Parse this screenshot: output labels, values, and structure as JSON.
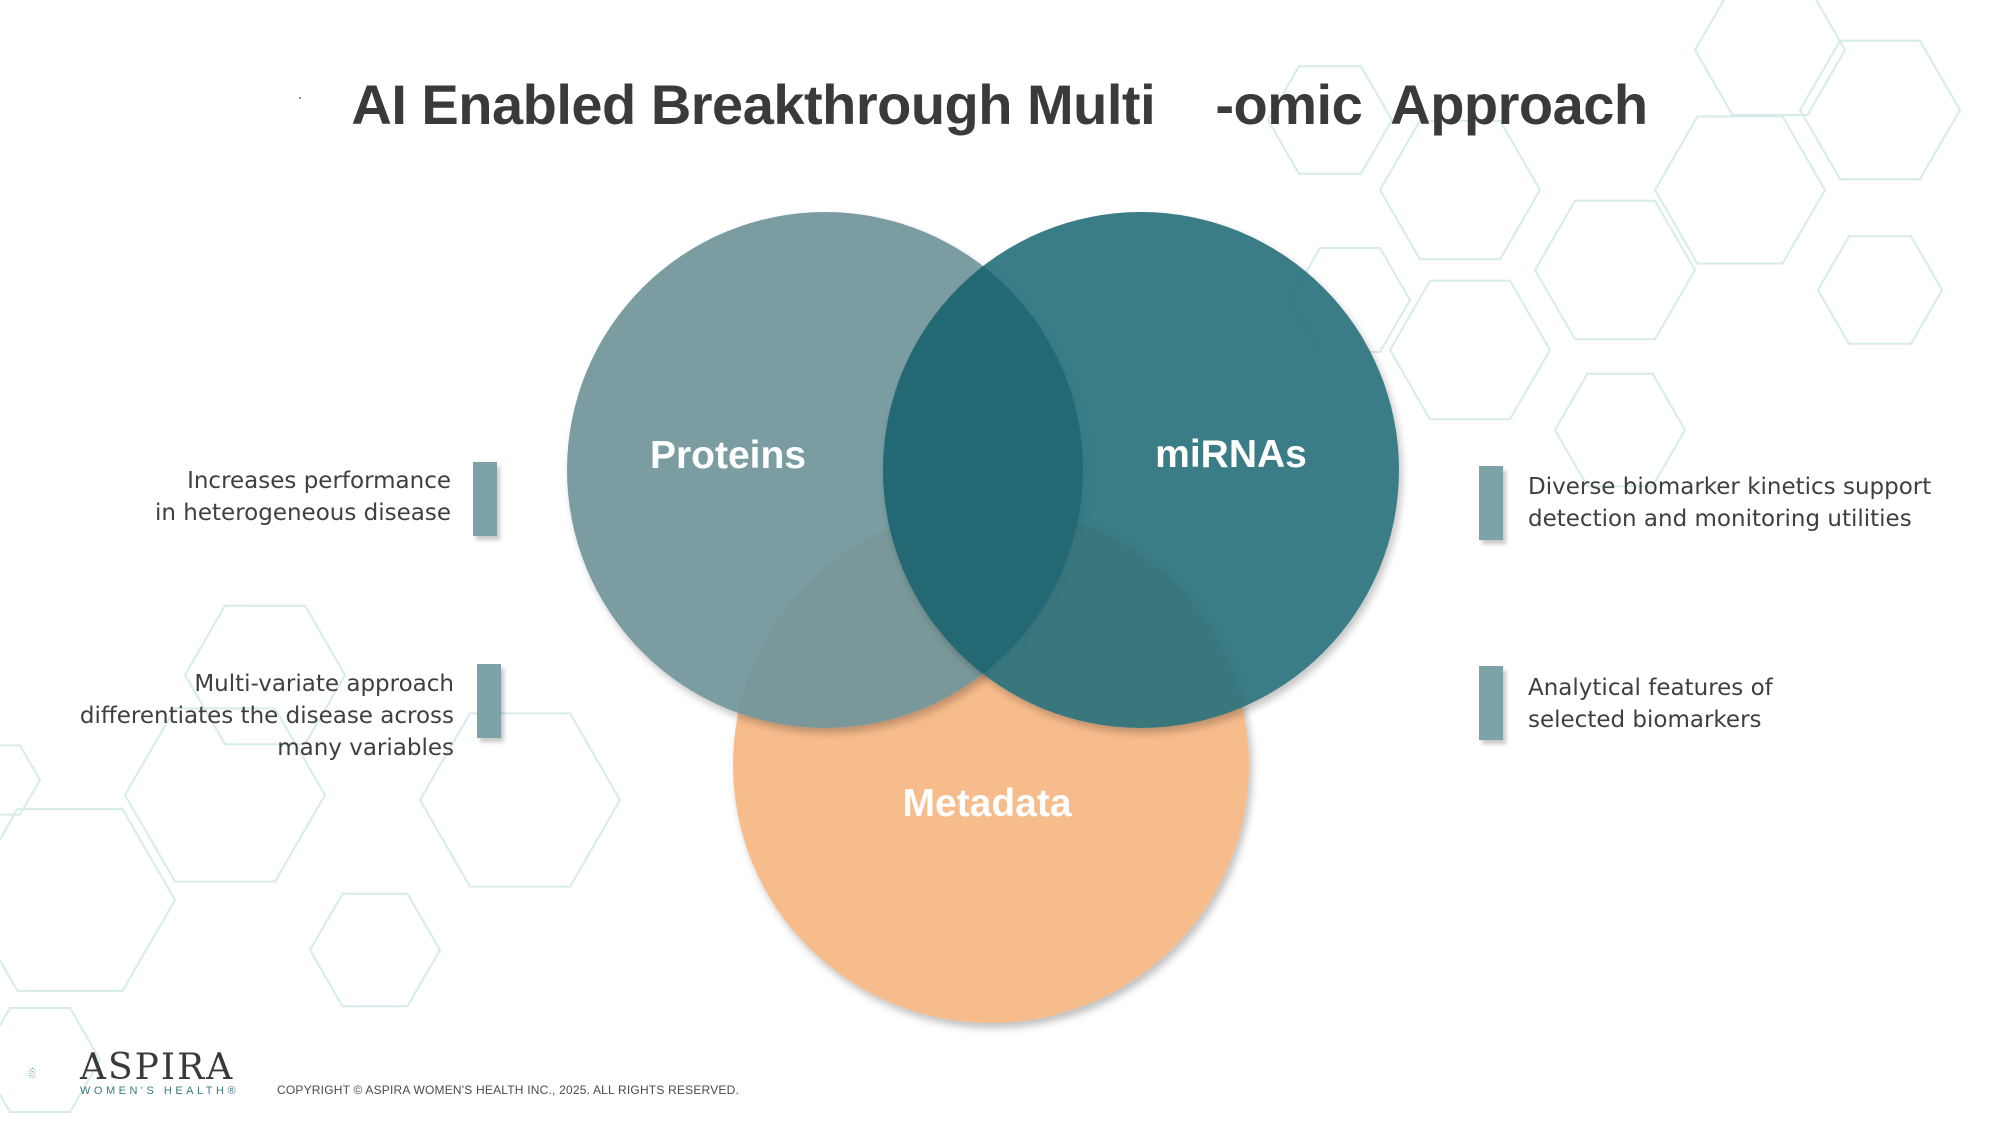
{
  "title": "AI Enabled Breakthrough Multi    -omic  Approach",
  "colors": {
    "proteins_circle": "#6f959b",
    "mirnas_circle": "#2a727c",
    "overlap_center": "#1a5f69",
    "metadata_circle": "#f7bc8c",
    "accent_bar": "#7ba3a8",
    "hexagon_outline": "#d6ecea",
    "title_text": "#3a3a3a",
    "logo_teal": "#3a7c83"
  },
  "venn": {
    "proteins_label": "Proteins",
    "mirnas_label": "miRNAs",
    "metadata_label": "Metadata"
  },
  "notes": {
    "left_top": [
      "Increases performance",
      "in heterogeneous disease"
    ],
    "left_bottom": [
      "Multi-variate approach",
      "differentiates the disease across",
      "many variables"
    ],
    "right_top": [
      "Diverse biomarker kinetics support",
      "detection and monitoring utilities"
    ],
    "right_bottom": [
      "Analytical features of",
      "selected biomarkers"
    ]
  },
  "footer": {
    "logo_name": "ASPIRA",
    "logo_subtitle": "WOMEN'S HEALTH®",
    "copyright": "COPYRIGHT © ASPIRA WOMEN'S HEALTH INC., 2025. ALL RIGHTS RESERVED."
  }
}
